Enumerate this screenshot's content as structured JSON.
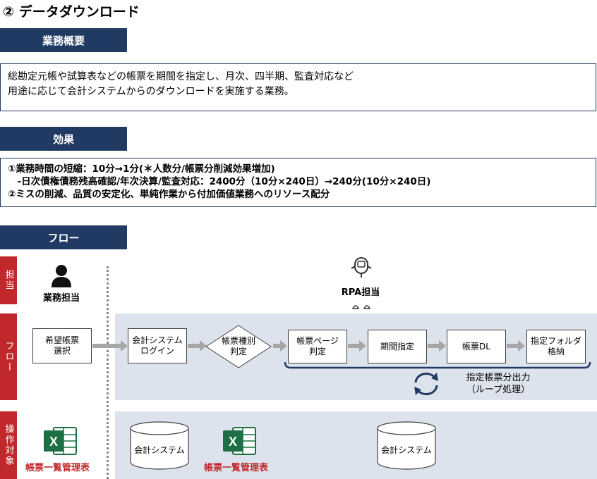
{
  "title": "② データダウンロード",
  "overview": {
    "header": "業務概要",
    "lines": [
      "総勘定元帳や試算表などの帳票を期間を指定し、月次、四半期、監査対応など",
      "用途に応じて会計システムからのダウンロードを実施する業務。"
    ]
  },
  "effect": {
    "header": "効果",
    "lines": [
      "①業務時間の短縮：10分→1分(＊人数分/帳票分削減効果増加)",
      "　-日次債権債務残高確認/年次決算/監査対応：2400分（10分×240日）→240分(10分×240日)",
      "②ミスの削減、品質の安定化、単純作業から付加価値業務へのリソース配分"
    ]
  },
  "flow": {
    "header": "フロー",
    "lanes": {
      "tanto": "担当",
      "flow": "フロー",
      "target": "操作対象"
    },
    "actors": {
      "human": "業務担当",
      "rpa": "RPA担当"
    },
    "steps": [
      {
        "label": "希望帳票\n選択"
      },
      {
        "label": "会計システム\nログイン"
      },
      {
        "label": "帳票種別\n判定"
      },
      {
        "label": "帳票ページ\n判定"
      },
      {
        "label": "期間指定"
      },
      {
        "label": "帳票DL"
      },
      {
        "label": "指定フォルダ\n格納"
      }
    ],
    "loop_label": [
      "指定帳票分出力",
      "（ループ処理）"
    ],
    "targets": {
      "excel_label": "帳票一覧管理表",
      "system_label": "会計システム"
    }
  },
  "colors": {
    "navy": "#213a63",
    "red": "#c0282c",
    "lane_bg": "#dde3ec",
    "excel_green": "#1d7044"
  }
}
